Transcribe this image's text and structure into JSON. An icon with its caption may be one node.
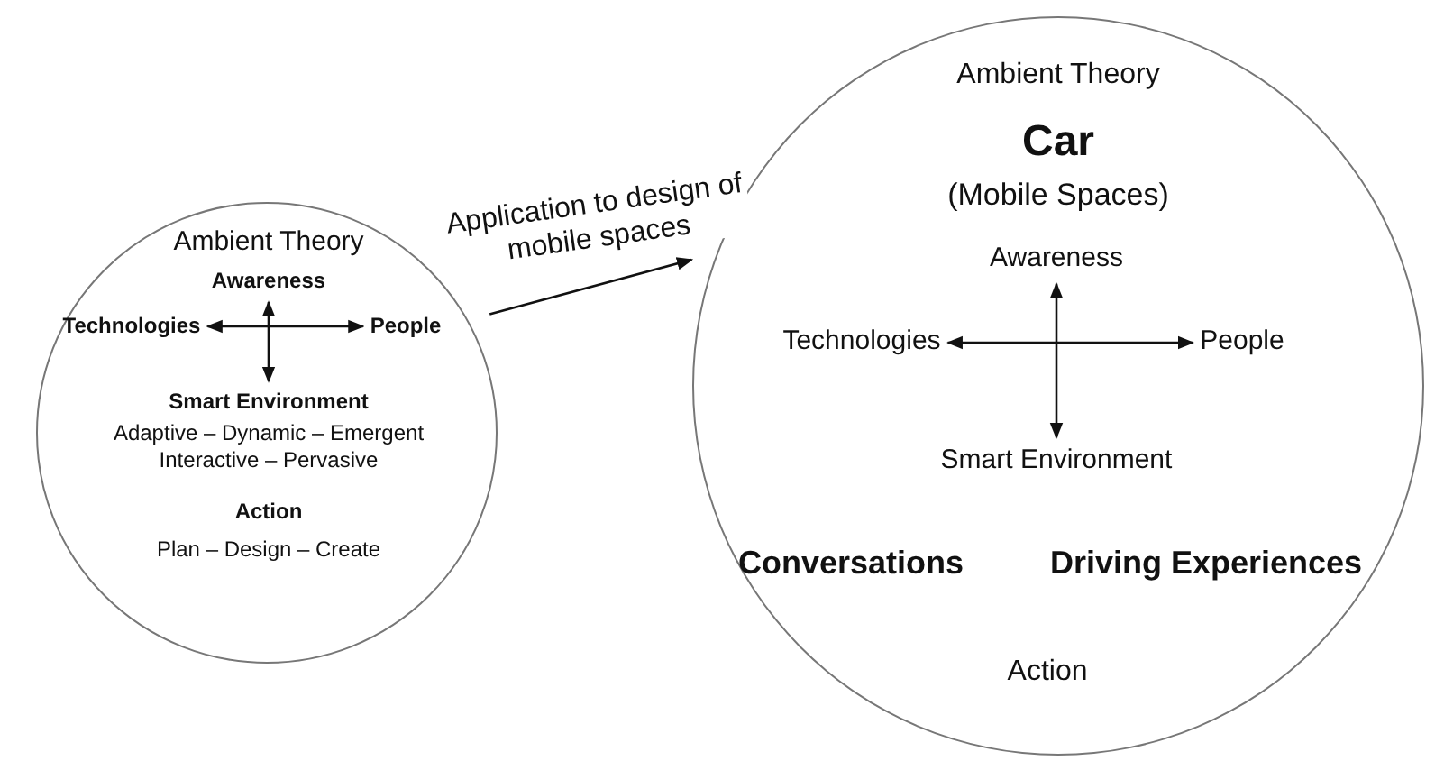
{
  "diagram": {
    "nodes": [
      {
        "text": [
          "Ambient Theory",
          "Adaptive – Dynamic – Emergent Interactive – Pervasive",
          "Action",
          "Plan – Design – Create"
        ]
      },
      {
        "text": [
          "Awareness"
        ],
        "in": 0
      },
      {
        "text": [
          "Technologies"
        ],
        "in": 0
      },
      {
        "text": [
          "People"
        ],
        "in": 0
      },
      {
        "text": [
          "Smart Environment"
        ],
        "in": 0
      },
      {
        "text": [
          "Ambient Theory",
          "Car",
          "(Mobile Spaces)",
          "Conversations",
          "Driving Experiences",
          "Action"
        ]
      },
      {
        "text": [
          "Awareness"
        ],
        "in": 5
      },
      {
        "text": [
          "Technologies"
        ],
        "in": 5
      },
      {
        "text": [
          "People"
        ],
        "in": 5
      },
      {
        "text": [
          "Smart Environment"
        ],
        "in": 5
      }
    ],
    "edges": [
      {
        "from": 1,
        "to": 4,
        "arrow": "both"
      },
      {
        "from": 2,
        "to": 3,
        "arrow": "both"
      },
      {
        "from": 6,
        "to": 9,
        "arrow": "both"
      },
      {
        "from": 7,
        "to": 8,
        "arrow": "both"
      },
      {
        "from": 0,
        "to": 5,
        "arrow": "to",
        "label": "Application to design of mobile spaces"
      }
    ]
  }
}
